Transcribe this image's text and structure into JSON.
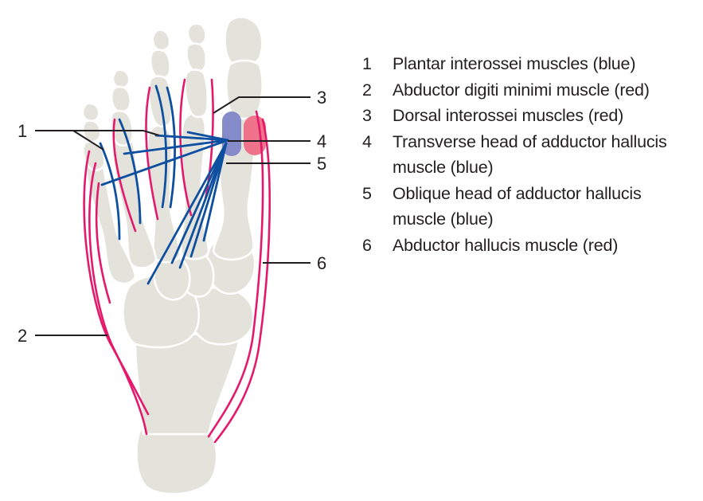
{
  "colors": {
    "bone_fill": "#e3e3dc",
    "bone_outline": "#ffffff",
    "bone_shadow": "#c9c9c1",
    "red_muscle": "#e5196b",
    "blue_muscle": "#0f4fa0",
    "leader_line": "#231f20",
    "blue_patch": "#7f86c7",
    "red_patch": "#ee6b85"
  },
  "callouts": [
    "1",
    "2",
    "3",
    "4",
    "5",
    "6"
  ],
  "legend": [
    {
      "num": "1",
      "text": "Plantar interossei muscles (blue)"
    },
    {
      "num": "2",
      "text": "Abductor digiti minimi muscle (red)"
    },
    {
      "num": "3",
      "text": "Dorsal interossei muscles (red)"
    },
    {
      "num": "4",
      "text": "Transverse head of adductor hallucis muscle (blue)"
    },
    {
      "num": "5",
      "text": "Oblique head of adductor hallucis muscle (blue)"
    },
    {
      "num": "6",
      "text": "Abductor hallucis muscle (red)"
    }
  ]
}
